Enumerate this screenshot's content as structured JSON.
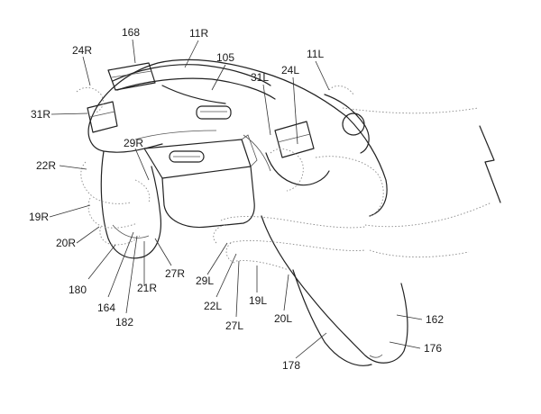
{
  "figure": {
    "labels": {
      "l168": "168",
      "l11R": "11R",
      "l105": "105",
      "l11L": "11L",
      "l24R": "24R",
      "l31R": "31R",
      "l31L": "31L",
      "l24L": "24L",
      "l29R": "29R",
      "l22R": "22R",
      "l19R": "19R",
      "l20R": "20R",
      "l180": "180",
      "l164": "164",
      "l21R": "21R",
      "l27R": "27R",
      "l29L": "29L",
      "l22L": "22L",
      "l19L": "19L",
      "l182": "182",
      "l27L": "27L",
      "l20L": "20L",
      "l162": "162",
      "l176": "176",
      "l178": "178"
    }
  }
}
